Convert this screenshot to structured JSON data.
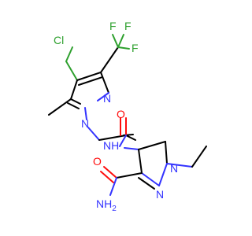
{
  "molecule": {
    "atoms": [
      {
        "id": "Cl",
        "label": "Cl",
        "color": "#2ea02e"
      },
      {
        "id": "F1",
        "label": "F",
        "color": "#2ea02e"
      },
      {
        "id": "F2",
        "label": "F",
        "color": "#2ea02e"
      },
      {
        "id": "F3",
        "label": "F",
        "color": "#2ea02e"
      },
      {
        "id": "N1",
        "label": "N",
        "color": "#3333ff"
      },
      {
        "id": "N2",
        "label": "N",
        "color": "#3333ff"
      },
      {
        "id": "O",
        "label": "O",
        "color": "#ff0d0d"
      },
      {
        "id": "NH",
        "label": "NH",
        "color": "#3333ff"
      },
      {
        "id": "N3",
        "label": "N",
        "color": "#3333ff"
      },
      {
        "id": "N4",
        "label": "N",
        "color": "#3333ff"
      },
      {
        "id": "O2",
        "label": "O",
        "color": "#ff0d0d"
      },
      {
        "id": "NH2",
        "label": "NH",
        "sub": "2",
        "color": "#3333ff"
      }
    ],
    "bond_color": "#000000"
  }
}
